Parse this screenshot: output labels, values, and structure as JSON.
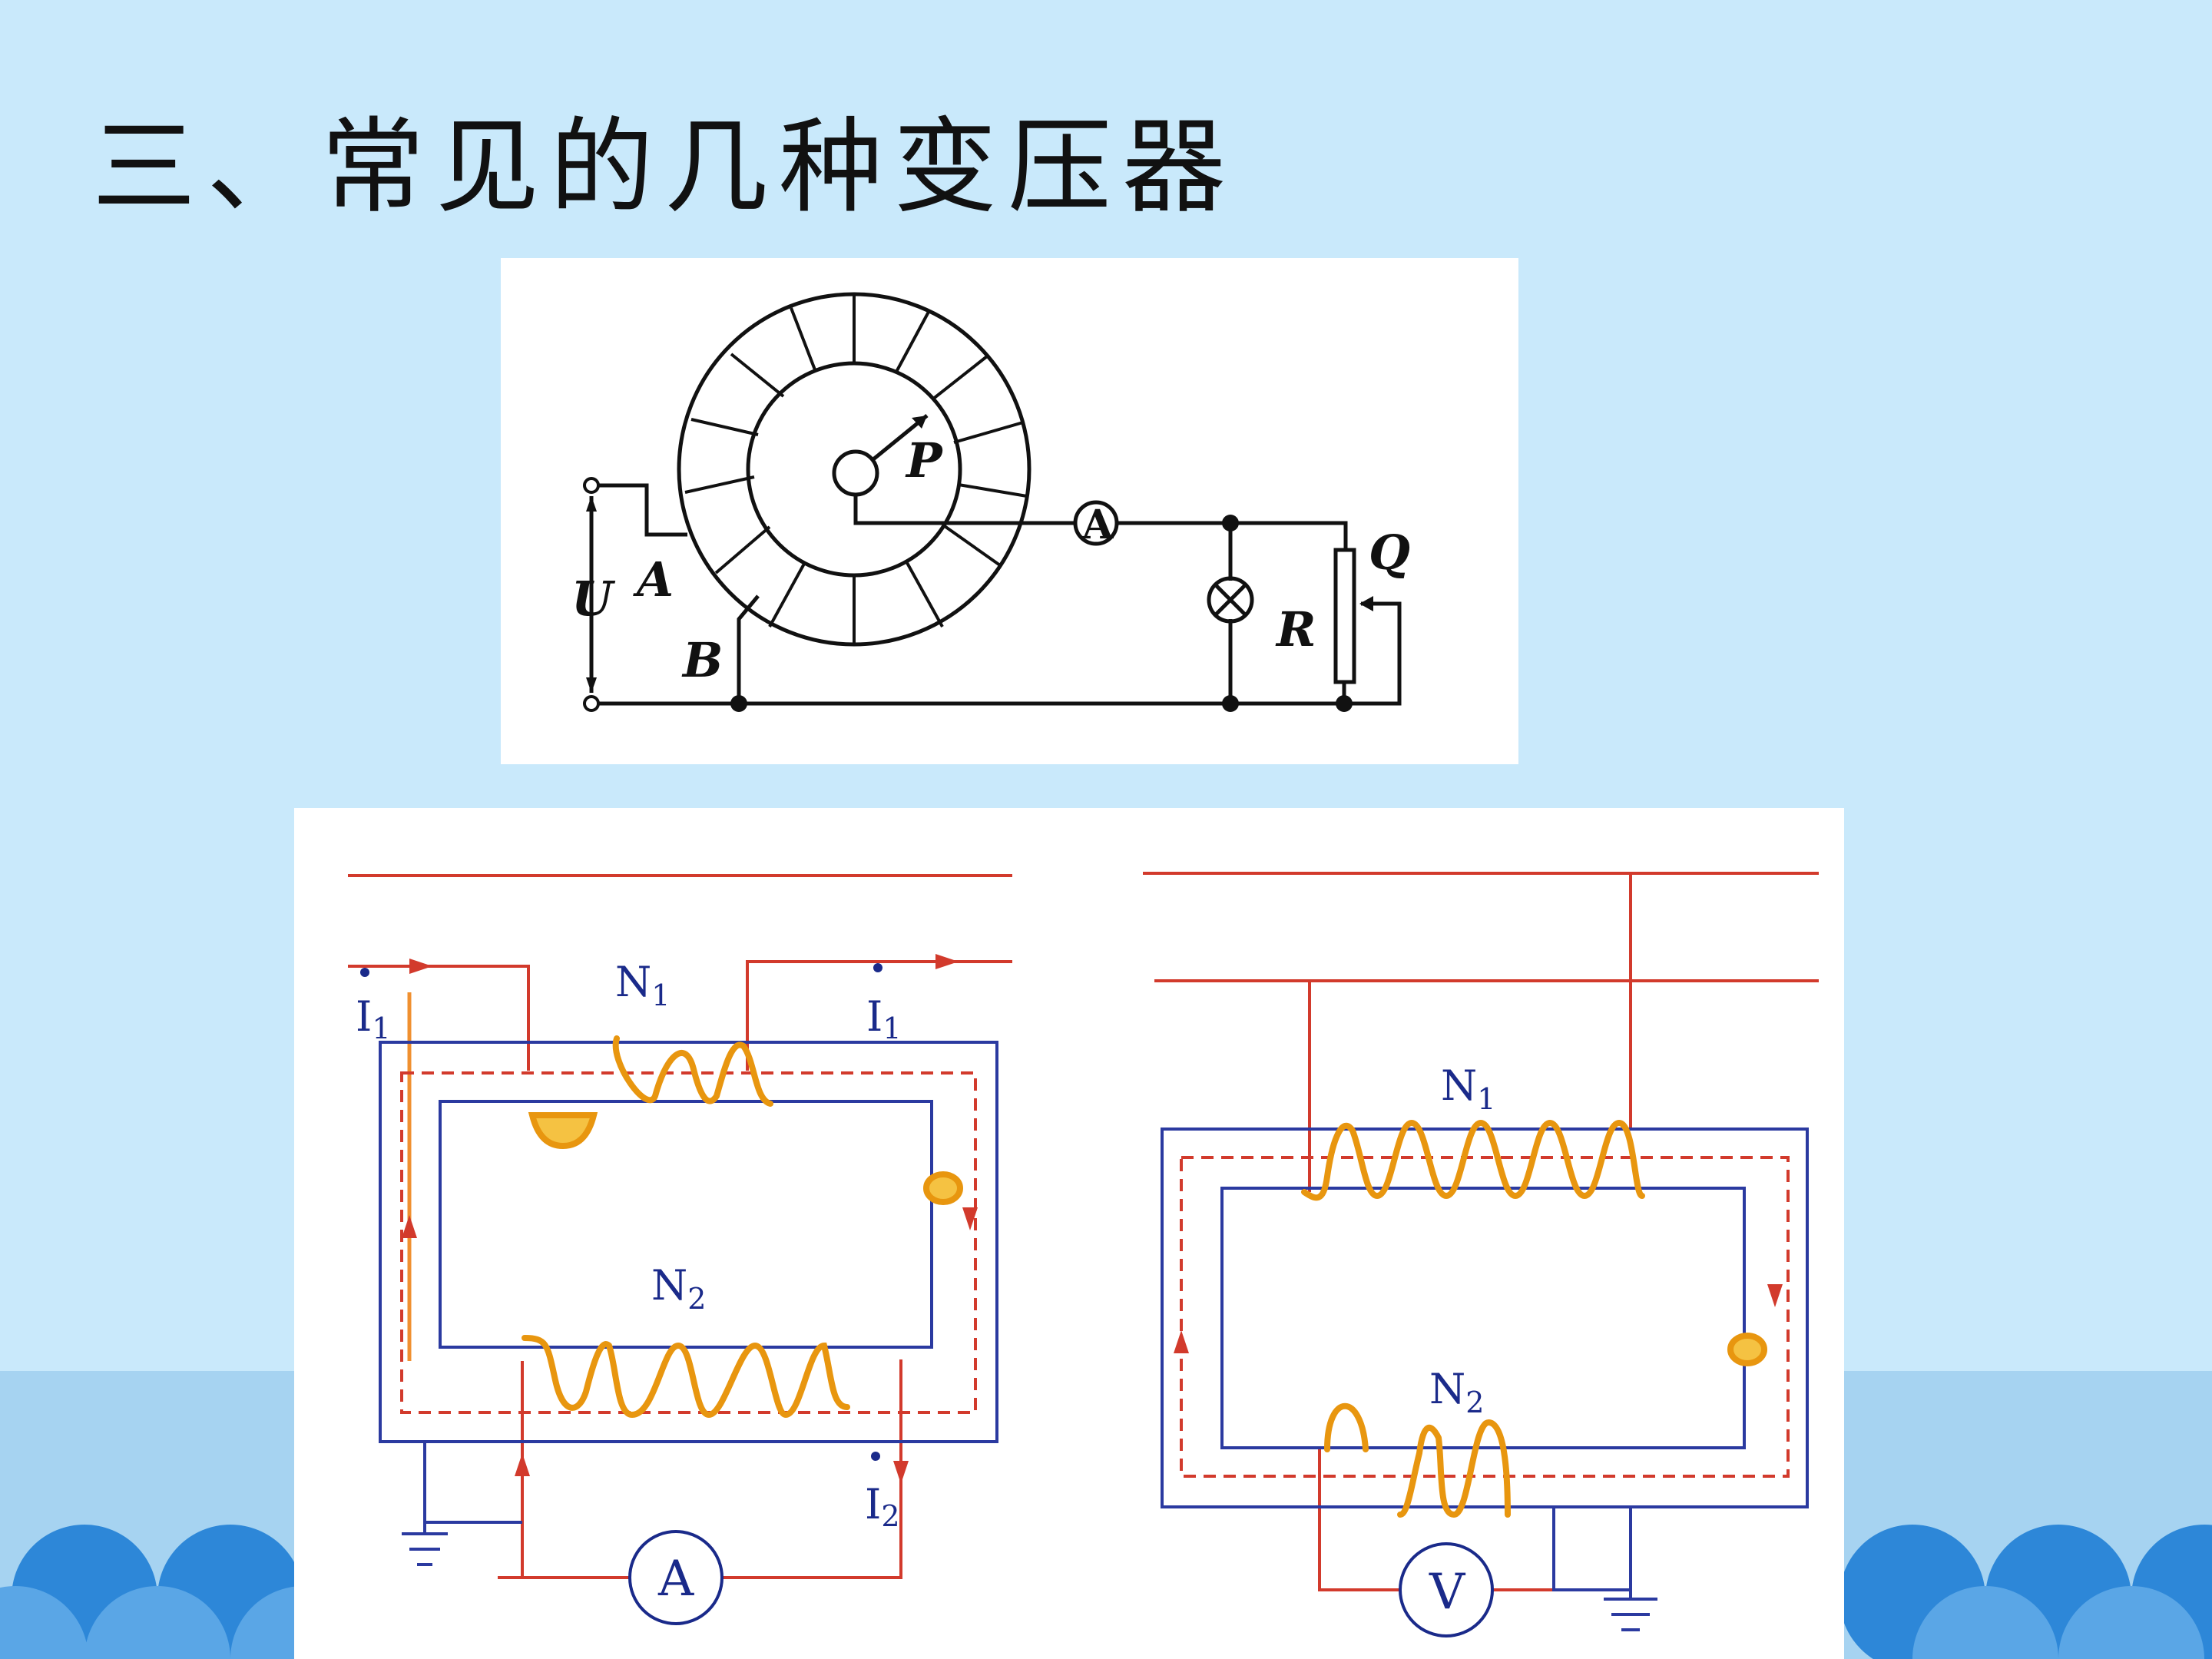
{
  "slide": {
    "title": "三、常见的几种变压器",
    "colors": {
      "background": "#c9e9fb",
      "band": "#a6d3f1",
      "scallop": "#2d87d8"
    }
  },
  "autotransformer": {
    "labels": {
      "U": "U",
      "A": "A",
      "B": "B",
      "P": "P",
      "ammeter": "A",
      "R": "R",
      "Q": "Q"
    }
  },
  "current_transformer": {
    "labels": {
      "N1": "N",
      "N1_sub": "1",
      "N2": "N",
      "N2_sub": "2",
      "I1_left": "I",
      "I1_left_sub": "1",
      "I1_right": "I",
      "I1_right_sub": "1",
      "I2": "I",
      "I2_sub": "2",
      "meter": "A"
    }
  },
  "voltage_transformer": {
    "labels": {
      "N1": "N",
      "N1_sub": "1",
      "N2": "N",
      "N2_sub": "2",
      "meter": "V"
    }
  }
}
